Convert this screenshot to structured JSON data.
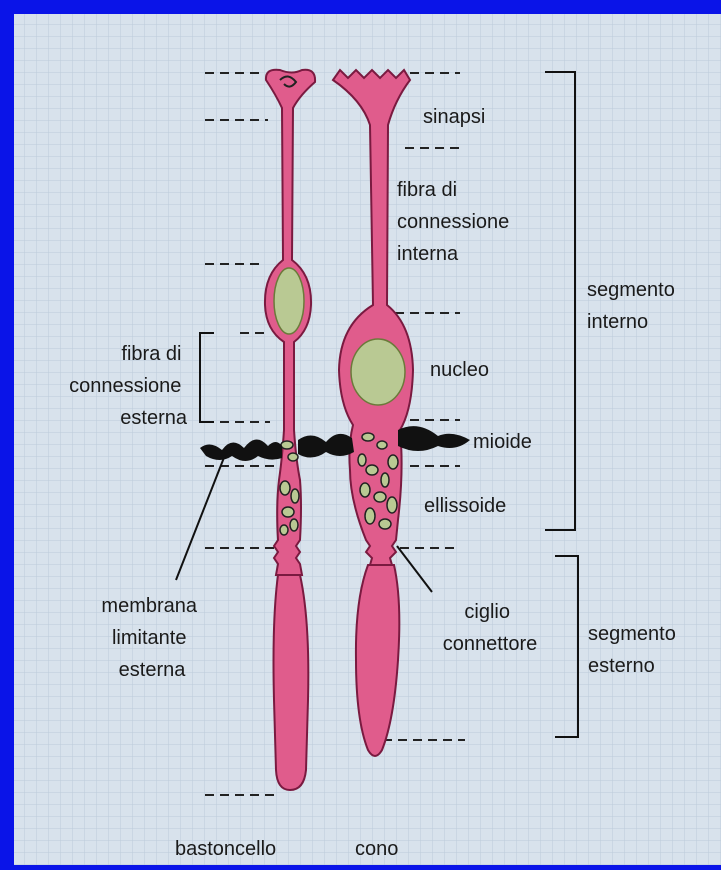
{
  "colors": {
    "frame": "#0a14e8",
    "panel": "#d8e2ec",
    "grid": "#bccbda",
    "cell": "#e05c8c",
    "cell_outline": "#7a1a40",
    "nucleus": "#b9c993",
    "dark": "#111111"
  },
  "labels": {
    "sinapsi": "sinapsi",
    "fibra_interna": [
      "fibra di",
      "connessione",
      "interna"
    ],
    "nucleo": "nucleo",
    "mioide": "mioide",
    "ellissoide": "ellissoide",
    "segmento_interno": [
      "segmento",
      "interno"
    ],
    "fibra_esterna": [
      "fibra di",
      "connessione",
      "esterna"
    ],
    "membrana": [
      "membrana",
      "limitante",
      "esterna"
    ],
    "ciglio": [
      "ciglio",
      "connettore"
    ],
    "segmento_esterno": [
      "segmento",
      "esterno"
    ],
    "bastoncello": "bastoncello",
    "cono": "cono"
  },
  "icons": {
    "rod": "rod-cell-icon",
    "cone": "cone-cell-icon"
  }
}
